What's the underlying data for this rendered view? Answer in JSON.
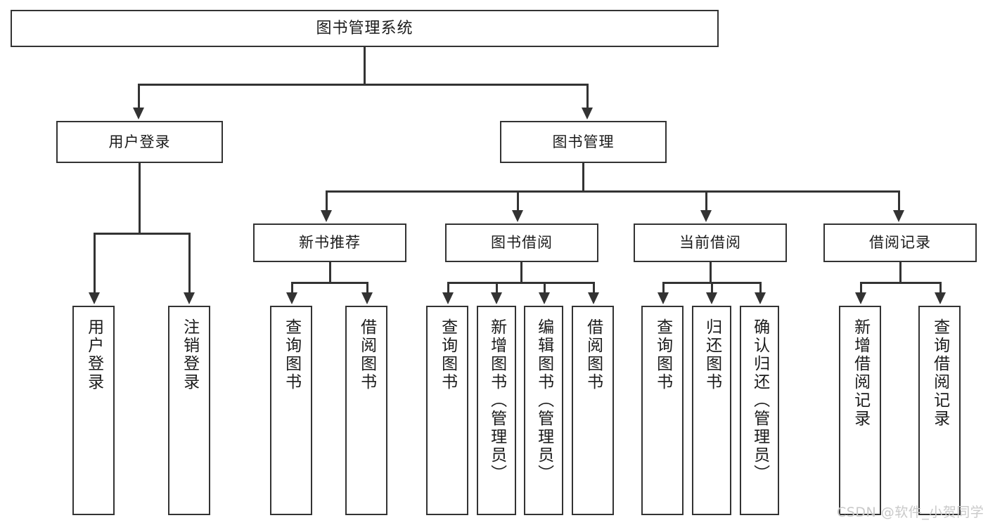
{
  "diagram": {
    "title": "图书管理系统",
    "type": "tree",
    "watermark": "CSDN @软件_小贺同学",
    "colors": {
      "stroke": "#333333",
      "fill": "#ffffff",
      "text": "#1b1b1b",
      "watermark": "#c9c9c9"
    },
    "root": {
      "label": "图书管理系统"
    },
    "level2": [
      {
        "label": "用户登录"
      },
      {
        "label": "图书管理"
      }
    ],
    "level3": [
      {
        "label": "新书推荐"
      },
      {
        "label": "图书借阅"
      },
      {
        "label": "当前借阅"
      },
      {
        "label": "借阅记录"
      }
    ],
    "leaves": {
      "user_login": [
        {
          "label": "用户登录"
        },
        {
          "label": "注销登录"
        }
      ],
      "new_book": [
        {
          "label": "查询图书"
        },
        {
          "label": "借阅图书"
        }
      ],
      "book_borrow": [
        {
          "label": "查询图书"
        },
        {
          "label": "新增图书（管理员）"
        },
        {
          "label": "编辑图书（管理员）"
        },
        {
          "label": "借阅图书"
        }
      ],
      "current_borrow": [
        {
          "label": "查询图书"
        },
        {
          "label": "归还图书"
        },
        {
          "label": "确认归还（管理员）"
        }
      ],
      "borrow_record": [
        {
          "label": "新增借阅记录"
        },
        {
          "label": "查询借阅记录"
        }
      ]
    }
  }
}
